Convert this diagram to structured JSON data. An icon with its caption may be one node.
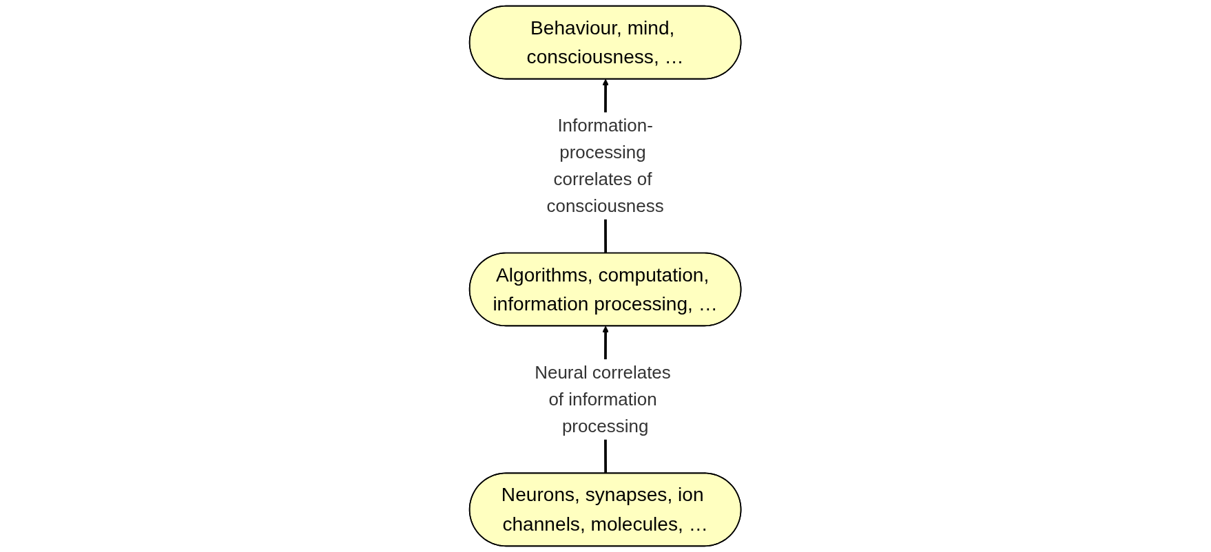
{
  "diagram": {
    "nodes": [
      {
        "text": [
          "Behaviour, mind, consciousness, …"
        ]
      },
      {
        "text": [
          "Algorithms, computation, information processing, …"
        ]
      },
      {
        "text": [
          "Neurons, synapses, ion channels, molecules, …"
        ]
      }
    ],
    "edges": [
      {
        "from": 2,
        "to": 1,
        "arrow": "to",
        "label": "Neural correlates of information processing"
      },
      {
        "from": 1,
        "to": 0,
        "arrow": "to",
        "label": "Information-processing correlates of consciousness"
      }
    ]
  }
}
